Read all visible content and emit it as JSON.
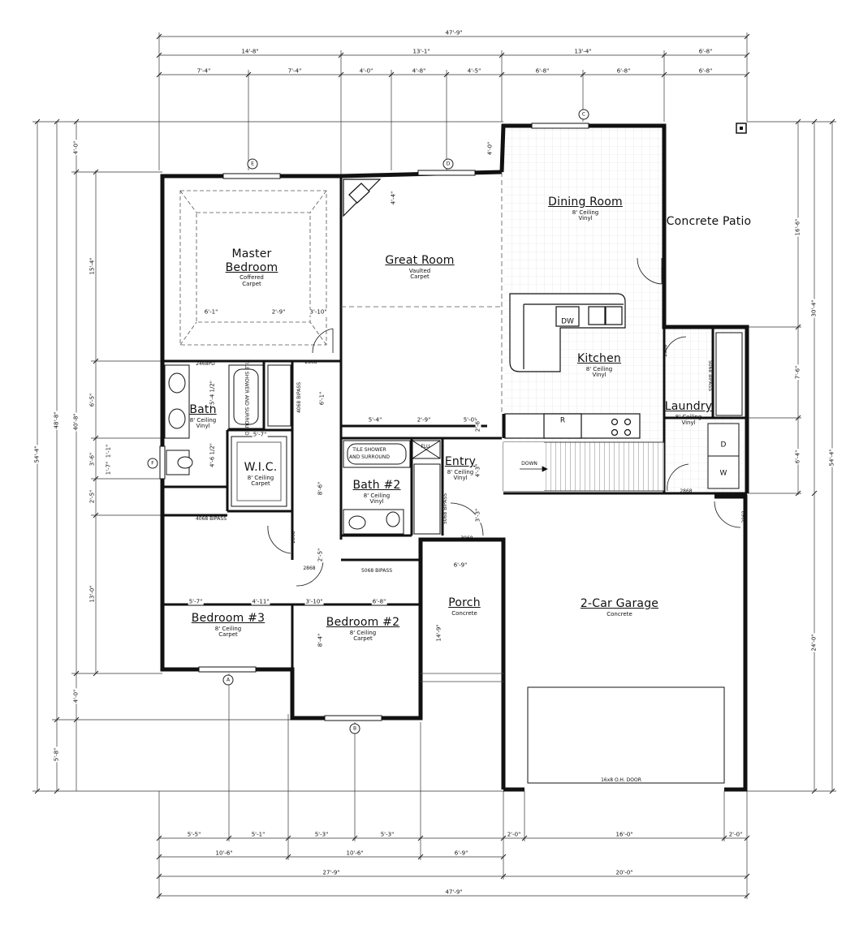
{
  "rooms": {
    "master": {
      "name_line1": "Master",
      "name_line2": "Bedroom",
      "sub1": "Coffered",
      "sub2": "Carpet"
    },
    "great": {
      "name": "Great Room",
      "sub1": "Vaulted",
      "sub2": "Carpet"
    },
    "dining": {
      "name": "Dining Room",
      "sub1": "8' Ceiling",
      "sub2": "Vinyl"
    },
    "patio": {
      "name": "Concrete Patio"
    },
    "kitchen": {
      "name": "Kitchen",
      "sub1": "8' Ceiling",
      "sub2": "Vinyl"
    },
    "laundry": {
      "name": "Laundry",
      "sub1": "8' Ceiling",
      "sub2": "Vinyl"
    },
    "bath": {
      "name": "Bath",
      "sub1": "8' Ceiling",
      "sub2": "Vinyl"
    },
    "wic": {
      "name": "W.I.C.",
      "sub1": "8' Ceiling",
      "sub2": "Carpet"
    },
    "bath2": {
      "name": "Bath #2",
      "sub1": "8' Ceiling",
      "sub2": "Vinyl"
    },
    "entry": {
      "name": "Entry",
      "sub1": "8' Ceiling",
      "sub2": "Vinyl"
    },
    "porch": {
      "name": "Porch",
      "sub1": "Concrete"
    },
    "garage": {
      "name": "2-Car Garage",
      "sub1": "Concrete"
    },
    "bed3": {
      "name": "Bedroom #3",
      "sub1": "8' Ceiling",
      "sub2": "Carpet"
    },
    "bed2": {
      "name": "Bedroom #2",
      "sub1": "8' Ceiling",
      "sub2": "Carpet"
    }
  },
  "fixtures": {
    "dw": "DW",
    "range": "R",
    "dryer": "D",
    "washer": "W",
    "flu": "FLU",
    "down": "DOWN",
    "tile1": "TILE SHOWER AND SURROUND",
    "tile2_line1": "TILE SHOWER",
    "tile2_line2": "AND SURROUND",
    "oh_door": "16x8 O.H. DOOR",
    "d2868a": "2868",
    "d2868b": "2868",
    "d2868c": "2868",
    "d2868d": "2868",
    "d2868e": "2868",
    "d2868f": "2868",
    "d2868g": "2868",
    "d2468pd": "2468PD",
    "d4068bp1": "4068 BIPASS",
    "d4068bp2": "4068 BIPASS",
    "d5068bp1": "5068 BIPASS",
    "d5068bp2": "5068 BIPASS",
    "d5068bp3": "5068 BIPASS",
    "d3068": "3068"
  },
  "markers": {
    "a": "A",
    "b": "B",
    "c": "C",
    "d": "D",
    "e": "E",
    "f": "F"
  },
  "dims": {
    "top_total": "47'-9\"",
    "top_1": "14'-8\"",
    "top_2": "13'-1\"",
    "top_3": "13'-4\"",
    "top_4": "6'-8\"",
    "top_5": "7'-4\"",
    "top_6": "7'-4\"",
    "top_7": "4'-0\"",
    "top_8": "4'-8\"",
    "top_9": "4'-5\"",
    "top_10": "6'-8\"",
    "top_11": "6'-8\"",
    "top_12": "6'-8\"",
    "bot_1": "5'-5\"",
    "bot_2": "5'-1\"",
    "bot_3": "5'-3\"",
    "bot_4": "5'-3\"",
    "bot_5": "2'-0\"",
    "bot_6": "16'-0\"",
    "bot_7": "2'-0\"",
    "bot_8": "10'-6\"",
    "bot_9": "10'-6\"",
    "bot_10": "6'-9\"",
    "bot_11": "27'-9\"",
    "bot_12": "20'-0\"",
    "bot_total": "47'-9\"",
    "left_1": "54'-4\"",
    "left_2": "48'-8\"",
    "left_3": "40'-8\"",
    "left_4": "4'-0\"",
    "left_5": "15'-4\"",
    "left_6": "6'-5\"",
    "left_7": "3'-6\"",
    "left_8": "1'-1\"",
    "left_9": "1'-7\"",
    "left_10": "2'-5\"",
    "left_11": "13'-0\"",
    "left_12": "4'-0\"",
    "left_13": "5'-8\"",
    "right_1": "54'-4\"",
    "right_2": "30'-4\"",
    "right_3": "16'-6\"",
    "right_4": "7'-6\"",
    "right_5": "6'-4\"",
    "right_6": "54'-4\"",
    "right_7": "24'-0\"",
    "in_1": "6'-1\"",
    "in_2": "2'-9\"",
    "in_3": "3'-10\"",
    "in_4": "4'-4\"",
    "in_5": "4'-0\"",
    "in_6": "5'-4 1/2\"",
    "in_7": "6'-1\"",
    "in_8": "5'-7\"",
    "in_9": "4'-6 1/2\"",
    "in_10": "8'-6\"",
    "in_11": "5'-4\"",
    "in_12": "2'-9\"",
    "in_13": "5'-0\"",
    "in_14": "2'-6\"",
    "in_15": "4'-3\"",
    "in_16": "3'-3\"",
    "in_17": "6'-9\"",
    "in_18": "14'-9\"",
    "in_19": "2'-5\"",
    "in_20": "5'-7\"",
    "in_21": "4'-11\"",
    "in_22": "3'-10\"",
    "in_23": "6'-8\"",
    "in_24": "8'-4\""
  }
}
